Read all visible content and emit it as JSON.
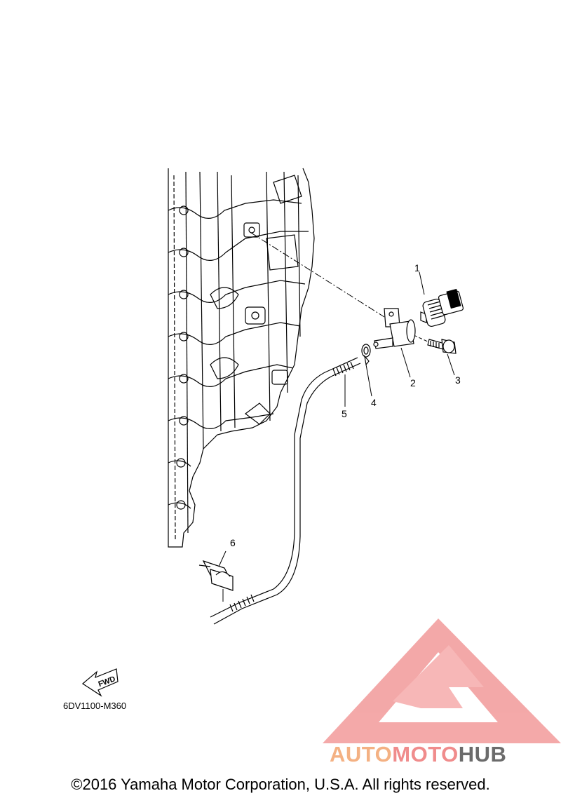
{
  "diagram": {
    "callouts": [
      {
        "id": "c1",
        "label": "1"
      },
      {
        "id": "c2",
        "label": "2"
      },
      {
        "id": "c3",
        "label": "3"
      },
      {
        "id": "c4",
        "label": "4"
      },
      {
        "id": "c5",
        "label": "5"
      },
      {
        "id": "c6",
        "label": "6"
      }
    ],
    "fwd_label": "FWD",
    "reference_code": "6DV1100-M360"
  },
  "watermark": {
    "brand_part1": "AUTO",
    "brand_part2": "MOTO",
    "brand_part3": "HUB",
    "colors": {
      "triangle": "#f08c8c",
      "auto": "#f4b183",
      "moto": "#f08c8c",
      "hub": "#6b6b6b"
    }
  },
  "footer": {
    "copyright": "©2016 Yamaha Motor Corporation, U.S.A. All rights reserved."
  }
}
